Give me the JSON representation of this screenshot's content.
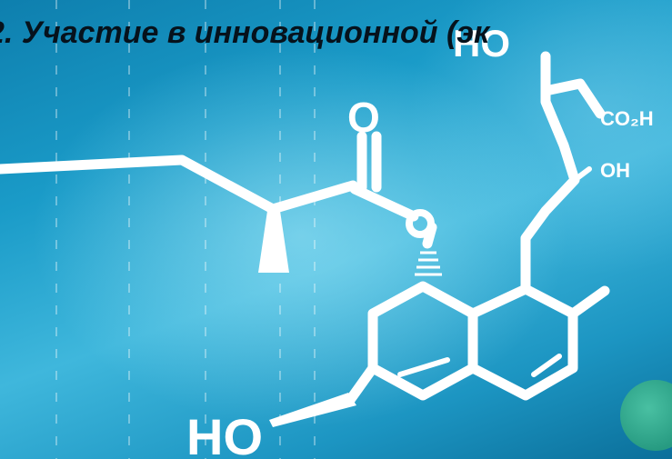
{
  "slide": {
    "title": "2. Участие в инновационной (эк"
  },
  "molecule": {
    "labels": {
      "oxygen_top": "O",
      "hydroxyl_top": "HO",
      "carboxyl": "CO₂H",
      "hydroxyl_side": "OH",
      "hydroxyl_bottom": "HO"
    }
  },
  "colors": {
    "bond": "#ffffff",
    "title_text": "#06121c",
    "background_primary": "#1a9bc8"
  }
}
